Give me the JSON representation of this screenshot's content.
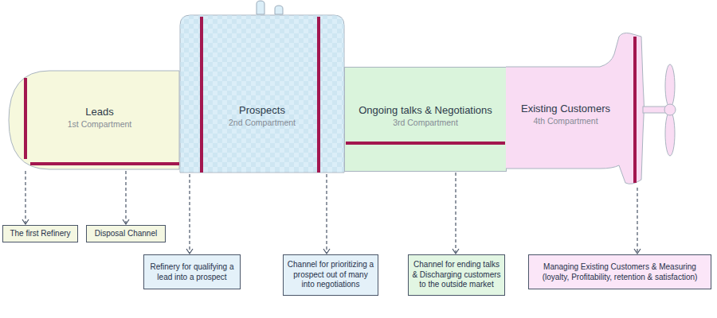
{
  "diagram": {
    "nodes": [
      {
        "text": [
          "Leads",
          "1st Compartment"
        ]
      },
      {
        "text": [
          "Prospects",
          "2nd Compartment"
        ]
      },
      {
        "text": [
          "Ongoing talks & Negotiations",
          "3rd Compartment"
        ]
      },
      {
        "text": [
          "Existing Customers",
          "4th Compartment"
        ]
      },
      {
        "text": [
          "The first Refinery"
        ]
      },
      {
        "text": [
          "Disposal Channel"
        ]
      },
      {
        "text": [
          "Refinery for qualifying a lead into a prospect"
        ]
      },
      {
        "text": [
          "Channel for prioritizing a prospect out of many into negotiations"
        ]
      },
      {
        "text": [
          "Channel for ending talks & Discharging customers to the outside market"
        ]
      },
      {
        "text": [
          "Managing Existing Customers & Measuring (loyalty, Profitability, retention & satisfaction)"
        ]
      }
    ],
    "edges": [
      {
        "from": 0,
        "to": 4,
        "arrow": "to"
      },
      {
        "from": 0,
        "to": 5,
        "arrow": "to"
      },
      {
        "from": 1,
        "to": 6,
        "arrow": "to"
      },
      {
        "from": 1,
        "to": 7,
        "arrow": "to"
      },
      {
        "from": 2,
        "to": 8,
        "arrow": "to"
      },
      {
        "from": 3,
        "to": 9,
        "arrow": "to"
      }
    ]
  }
}
